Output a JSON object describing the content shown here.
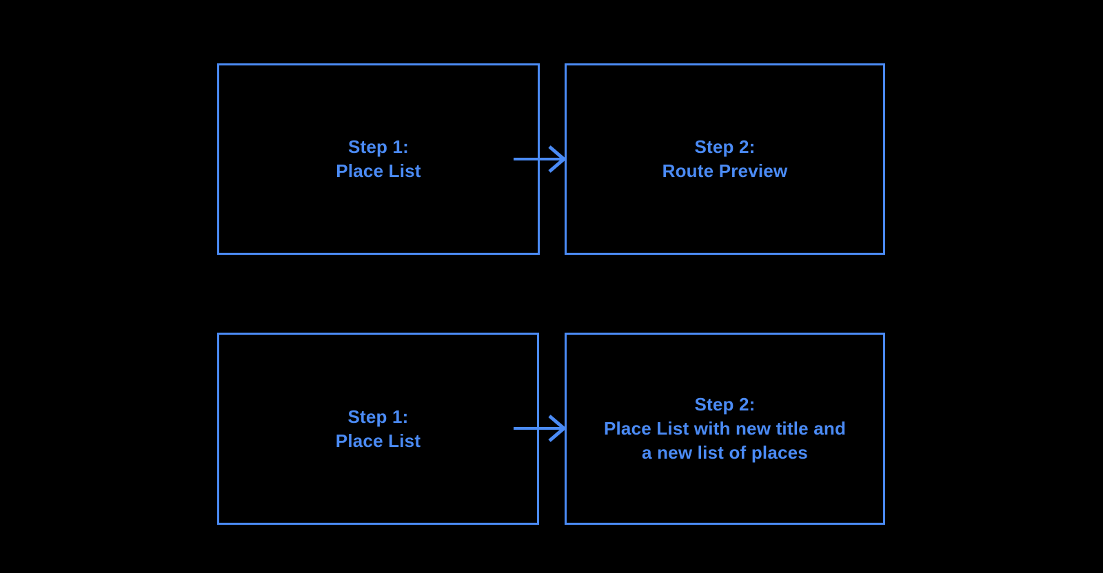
{
  "colors": {
    "accent": "#4B8BF5",
    "background": "#000000"
  },
  "diagram": {
    "top_row": {
      "from": {
        "lines": {
          "0": "Step 1:",
          "1": "Place List"
        }
      },
      "to": {
        "lines": {
          "0": "Step 2:",
          "1": "Route Preview"
        }
      }
    },
    "bottom_row": {
      "from": {
        "lines": {
          "0": "Step 1:",
          "1": "Place List"
        }
      },
      "to": {
        "lines": {
          "0": "Step 2:",
          "1": "Place List with new title and",
          "2": "a new list of places"
        }
      }
    }
  }
}
